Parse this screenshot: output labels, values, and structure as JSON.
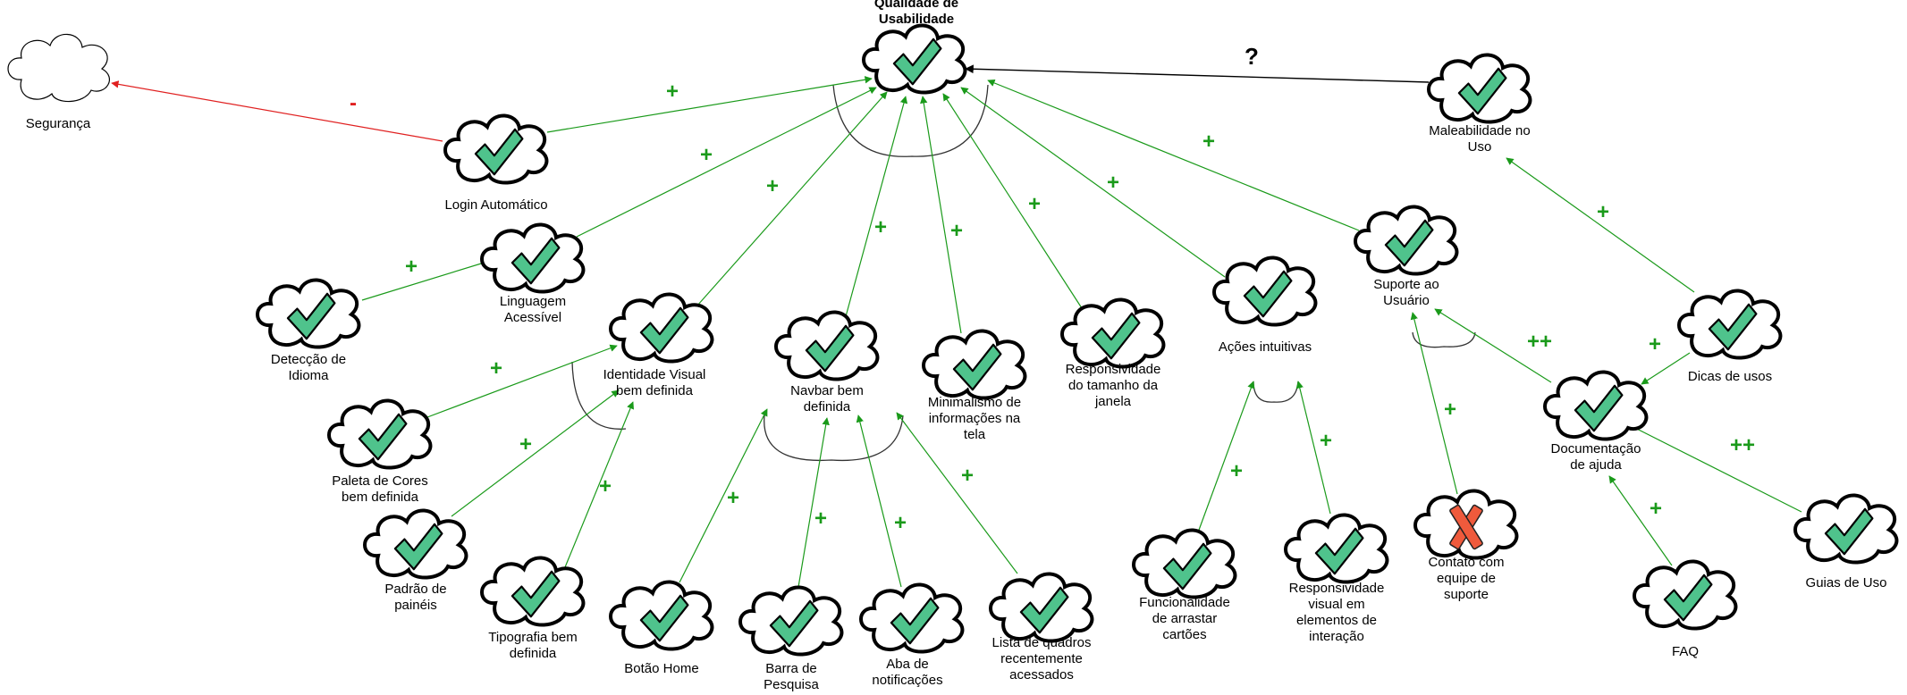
{
  "diagram": {
    "colors": {
      "positive": "#1a9a1a",
      "negative": "#e02020",
      "neutral": "#000000",
      "check_fill": "#4fc38c",
      "cross_fill": "#ef5a3c"
    },
    "nodes": [
      {
        "id": "qualidade",
        "label": "Qualidade de Usabilidade",
        "status": "satisficed",
        "bold": true
      },
      {
        "id": "seguranca",
        "label": "Segurança",
        "status": "none"
      },
      {
        "id": "login",
        "label": "Login Automático",
        "status": "satisficed"
      },
      {
        "id": "linguagem",
        "label": "Linguagem Acessível",
        "status": "satisficed"
      },
      {
        "id": "deteccao",
        "label": "Detecção de Idioma",
        "status": "satisficed"
      },
      {
        "id": "identidade",
        "label": "Identidade Visual bem definida",
        "status": "satisficed"
      },
      {
        "id": "paleta",
        "label": "Paleta de Cores bem definida",
        "status": "satisficed"
      },
      {
        "id": "padrao",
        "label": "Padrão de painéis",
        "status": "satisficed"
      },
      {
        "id": "tipografia",
        "label": "Tipografia bem definida",
        "status": "satisficed"
      },
      {
        "id": "navbar",
        "label": "Navbar bem definida",
        "status": "satisficed"
      },
      {
        "id": "botao",
        "label": "Botão Home",
        "status": "satisficed"
      },
      {
        "id": "barra",
        "label": "Barra de Pesquisa",
        "status": "satisficed"
      },
      {
        "id": "aba",
        "label": "Aba de notificações",
        "status": "satisficed"
      },
      {
        "id": "lista",
        "label": "Lista de quadros recentemente acessados",
        "status": "satisficed"
      },
      {
        "id": "minimalismo",
        "label": "Minimalismo de informações na tela",
        "status": "satisficed"
      },
      {
        "id": "responsividade",
        "label": "Responsividade do tamanho da janela",
        "status": "satisficed"
      },
      {
        "id": "acoes",
        "label": "Ações intuitivas",
        "status": "satisficed"
      },
      {
        "id": "funcionalidade",
        "label": "Funcionalidade de arrastar cartões",
        "status": "satisficed"
      },
      {
        "id": "respvisual",
        "label": "Responsividade visual em elementos de interação",
        "status": "satisficed"
      },
      {
        "id": "suporte",
        "label": "Suporte ao Usuário",
        "status": "satisficed"
      },
      {
        "id": "contato",
        "label": "Contato com equipe de suporte",
        "status": "denied"
      },
      {
        "id": "maleabilidade",
        "label": "Maleabilidade no Uso",
        "status": "satisficed"
      },
      {
        "id": "dicas",
        "label": "Dicas de usos",
        "status": "satisficed"
      },
      {
        "id": "documentacao",
        "label": "Documentação de ajuda",
        "status": "satisficed"
      },
      {
        "id": "faq",
        "label": "FAQ",
        "status": "satisficed"
      },
      {
        "id": "guias",
        "label": "Guias de Uso",
        "status": "satisficed"
      }
    ],
    "links": [
      {
        "from": "login",
        "to": "seguranca",
        "label": "-",
        "kind": "negative"
      },
      {
        "from": "login",
        "to": "qualidade",
        "label": "+",
        "kind": "positive"
      },
      {
        "from": "linguagem",
        "to": "qualidade",
        "label": "+",
        "kind": "positive"
      },
      {
        "from": "deteccao",
        "to": "linguagem",
        "label": "+",
        "kind": "positive"
      },
      {
        "from": "identidade",
        "to": "qualidade",
        "label": "+",
        "kind": "positive"
      },
      {
        "from": "navbar",
        "to": "qualidade",
        "label": "+",
        "kind": "positive"
      },
      {
        "from": "minimalismo",
        "to": "qualidade",
        "label": "+",
        "kind": "positive"
      },
      {
        "from": "responsividade",
        "to": "qualidade",
        "label": "+",
        "kind": "positive"
      },
      {
        "from": "acoes",
        "to": "qualidade",
        "label": "+",
        "kind": "positive"
      },
      {
        "from": "suporte",
        "to": "qualidade",
        "label": "+",
        "kind": "positive"
      },
      {
        "from": "maleabilidade",
        "to": "qualidade",
        "label": "?",
        "kind": "neutral"
      },
      {
        "from": "paleta",
        "to": "identidade",
        "label": "+",
        "kind": "positive"
      },
      {
        "from": "padrao",
        "to": "identidade",
        "label": "+",
        "kind": "positive"
      },
      {
        "from": "tipografia",
        "to": "identidade",
        "label": "+",
        "kind": "positive"
      },
      {
        "from": "botao",
        "to": "navbar",
        "label": "+",
        "kind": "positive"
      },
      {
        "from": "barra",
        "to": "navbar",
        "label": "+",
        "kind": "positive"
      },
      {
        "from": "aba",
        "to": "navbar",
        "label": "+",
        "kind": "positive"
      },
      {
        "from": "lista",
        "to": "navbar",
        "label": "+",
        "kind": "positive"
      },
      {
        "from": "funcionalidade",
        "to": "acoes",
        "label": "+",
        "kind": "positive"
      },
      {
        "from": "respvisual",
        "to": "acoes",
        "label": "+",
        "kind": "positive"
      },
      {
        "from": "contato",
        "to": "suporte",
        "label": "+",
        "kind": "positive"
      },
      {
        "from": "documentacao",
        "to": "suporte",
        "label": "++",
        "kind": "positive"
      },
      {
        "from": "dicas",
        "to": "maleabilidade",
        "label": "+",
        "kind": "positive"
      },
      {
        "from": "dicas",
        "to": "documentacao",
        "label": "+",
        "kind": "positive"
      },
      {
        "from": "faq",
        "to": "documentacao",
        "label": "+",
        "kind": "positive"
      },
      {
        "from": "guias",
        "to": "documentacao",
        "label": "++",
        "kind": "positive"
      }
    ]
  }
}
